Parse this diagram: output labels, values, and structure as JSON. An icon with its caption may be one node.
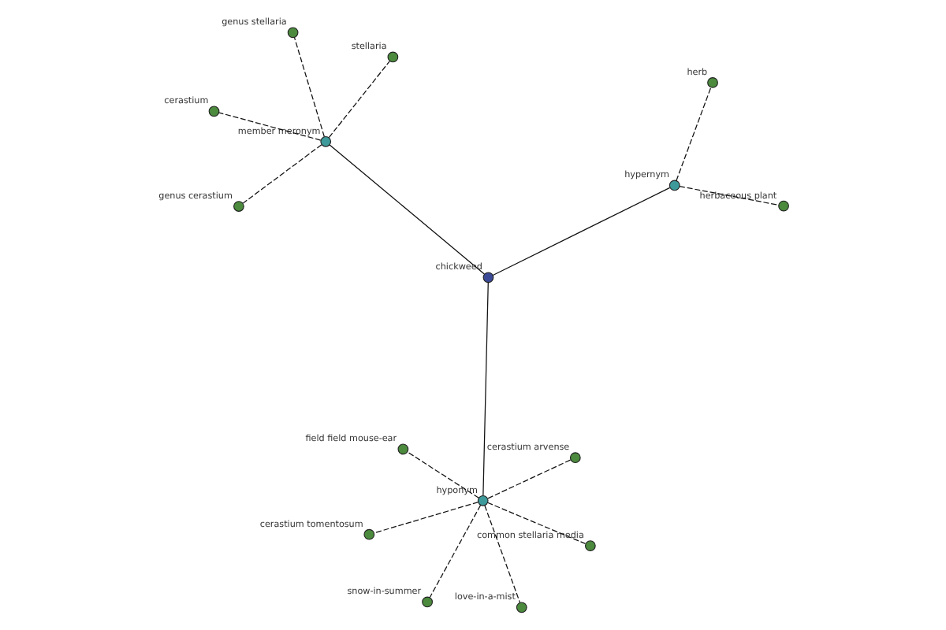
{
  "diagram": {
    "nodes": [
      {
        "text": [
          "chickweed"
        ]
      },
      {
        "text": [
          "member meronym"
        ]
      },
      {
        "text": [
          "genus cerastium"
        ]
      },
      {
        "text": [
          "genus stellaria"
        ]
      },
      {
        "text": [
          "stellaria"
        ]
      },
      {
        "text": [
          "cerastium"
        ]
      },
      {
        "text": [
          "snow-in-summer"
        ]
      },
      {
        "text": [
          "common stellaria media"
        ]
      },
      {
        "text": [
          "cerastium tomentosum"
        ]
      },
      {
        "text": [
          "hyponym"
        ]
      },
      {
        "text": [
          "love-in-a-mist"
        ]
      },
      {
        "text": [
          "field field mouse-ear"
        ]
      },
      {
        "text": [
          "cerastium arvense"
        ]
      },
      {
        "text": [
          "hypernym"
        ]
      },
      {
        "text": [
          "herb"
        ]
      },
      {
        "text": [
          "herbaceous plant"
        ]
      }
    ],
    "edges": [
      {
        "from": 0,
        "to": 1,
        "arrow": "none"
      },
      {
        "from": 0,
        "to": 9,
        "arrow": "none"
      },
      {
        "from": 0,
        "to": 13,
        "arrow": "none"
      },
      {
        "from": 1,
        "to": 2,
        "arrow": "none",
        "style": "dashed"
      },
      {
        "from": 1,
        "to": 3,
        "arrow": "none",
        "style": "dashed"
      },
      {
        "from": 1,
        "to": 4,
        "arrow": "none",
        "style": "dashed"
      },
      {
        "from": 1,
        "to": 5,
        "arrow": "none",
        "style": "dashed"
      },
      {
        "from": 9,
        "to": 6,
        "arrow": "none",
        "style": "dashed"
      },
      {
        "from": 9,
        "to": 7,
        "arrow": "none",
        "style": "dashed"
      },
      {
        "from": 9,
        "to": 8,
        "arrow": "none",
        "style": "dashed"
      },
      {
        "from": 9,
        "to": 10,
        "arrow": "none",
        "style": "dashed"
      },
      {
        "from": 9,
        "to": 11,
        "arrow": "none",
        "style": "dashed"
      },
      {
        "from": 9,
        "to": 12,
        "arrow": "none",
        "style": "dashed"
      },
      {
        "from": 13,
        "to": 14,
        "arrow": "none",
        "style": "dashed"
      },
      {
        "from": 13,
        "to": 15,
        "arrow": "none",
        "style": "dashed"
      }
    ]
  }
}
